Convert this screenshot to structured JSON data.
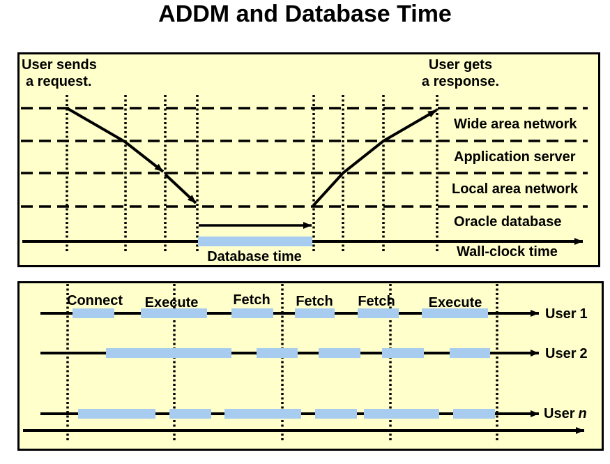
{
  "title": "ADDM and Database Time",
  "colors": {
    "panel_background": "#FFFFCC",
    "bar_fill": "#A8CCF0",
    "line": "#000000"
  },
  "top_panel": {
    "user_sends": {
      "line1": "User sends",
      "line2": "a request."
    },
    "user_gets": {
      "line1": "User gets",
      "line2": "a response."
    },
    "layer_labels": [
      "Wide area network",
      "Application server",
      "Local area network",
      "Oracle database"
    ],
    "wall_clock_label": "Wall-clock time",
    "database_time_label": "Database time"
  },
  "bottom_panel": {
    "operation_labels": [
      "Connect",
      "Execute",
      "Fetch",
      "Fetch",
      "Fetch",
      "Execute"
    ],
    "rows": [
      {
        "label_prefix": "User",
        "label_suffix": "1",
        "bars": [
          [
            104,
            60
          ],
          [
            202,
            95
          ],
          [
            332,
            60
          ],
          [
            423,
            57
          ],
          [
            513,
            59
          ],
          [
            605,
            95
          ]
        ]
      },
      {
        "label_prefix": "User",
        "label_suffix": "2",
        "bars": [
          [
            152,
            180
          ],
          [
            368,
            59
          ],
          [
            457,
            60
          ],
          [
            548,
            60
          ],
          [
            645,
            58
          ]
        ]
      },
      {
        "label_prefix": "User",
        "label_suffix": "n",
        "bars": [
          [
            112,
            111
          ],
          [
            243,
            60
          ],
          [
            322,
            110
          ],
          [
            452,
            60
          ],
          [
            522,
            108
          ],
          [
            650,
            60
          ]
        ]
      }
    ]
  }
}
